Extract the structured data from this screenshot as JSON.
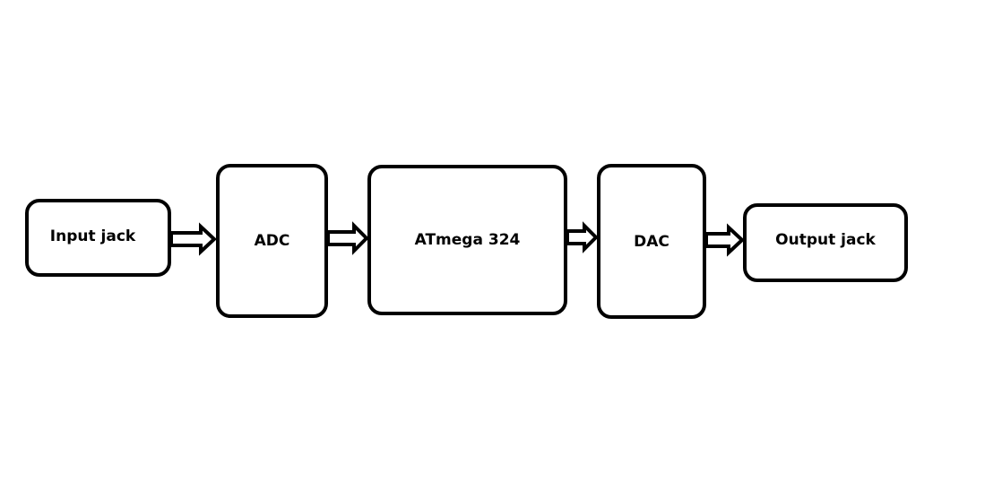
{
  "diagram": {
    "blocks": [
      {
        "id": "input",
        "label": "Input jack"
      },
      {
        "id": "adc",
        "label": "ADC"
      },
      {
        "id": "atmega",
        "label": "ATmega 324"
      },
      {
        "id": "dac",
        "label": "DAC"
      },
      {
        "id": "output",
        "label": "Output jack"
      }
    ],
    "connections": [
      {
        "from": "Input jack",
        "to": "ADC"
      },
      {
        "from": "ADC",
        "to": "ATmega 324"
      },
      {
        "from": "ATmega 324",
        "to": "DAC"
      },
      {
        "from": "DAC",
        "to": "Output jack"
      }
    ],
    "colors": {
      "stroke": "#000000",
      "fill": "#ffffff",
      "background": "#ffffff"
    }
  }
}
